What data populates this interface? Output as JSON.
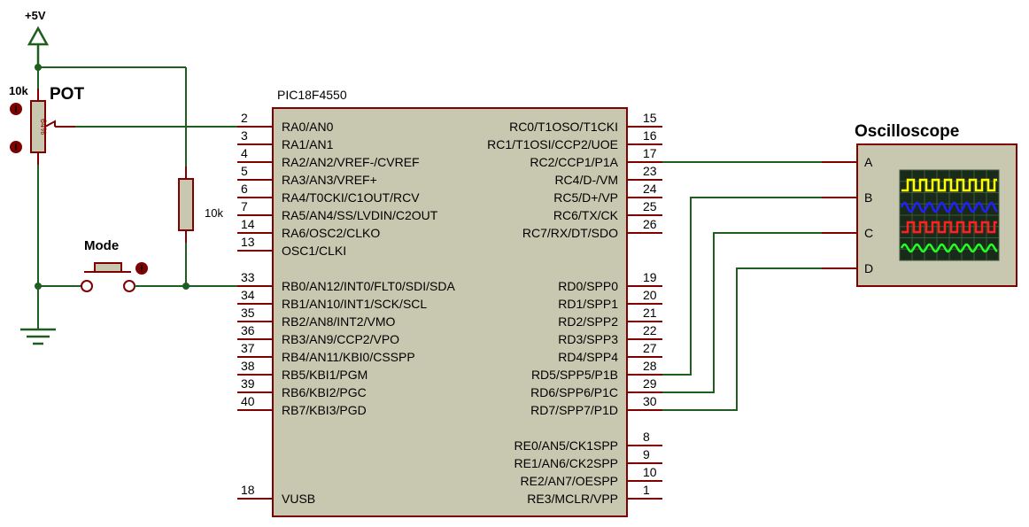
{
  "colors": {
    "wire": "#1e5e1e",
    "pin": "#800000",
    "body_fill": "#c8c8b0",
    "body_stroke": "#800000",
    "dot": "#1e5e1e",
    "scope_screen": "#1a2a1a",
    "trace_a": "#ffff00",
    "trace_b": "#2020ff",
    "trace_c": "#ff2020",
    "trace_d": "#20ff20"
  },
  "power": {
    "label": "+5V",
    "icon": "power-arrow-icon"
  },
  "pot": {
    "label": "POT",
    "value": "10k",
    "position": "64%"
  },
  "resistor": {
    "value": "10k"
  },
  "button": {
    "label": "Mode"
  },
  "mcu": {
    "name": "PIC18F4550",
    "left_pins": [
      {
        "num": "2",
        "name": "RA0/AN0"
      },
      {
        "num": "3",
        "name": "RA1/AN1"
      },
      {
        "num": "4",
        "name": "RA2/AN2/VREF-/CVREF"
      },
      {
        "num": "5",
        "name": "RA3/AN3/VREF+"
      },
      {
        "num": "6",
        "name": "RA4/T0CKI/C1OUT/RCV"
      },
      {
        "num": "7",
        "name": "RA5/AN4/SS/LVDIN/C2OUT"
      },
      {
        "num": "14",
        "name": "RA6/OSC2/CLKO"
      },
      {
        "num": "13",
        "name": "OSC1/CLKI"
      },
      {
        "num": "33",
        "name": "RB0/AN12/INT0/FLT0/SDI/SDA"
      },
      {
        "num": "34",
        "name": "RB1/AN10/INT1/SCK/SCL"
      },
      {
        "num": "35",
        "name": "RB2/AN8/INT2/VMO"
      },
      {
        "num": "36",
        "name": "RB3/AN9/CCP2/VPO"
      },
      {
        "num": "37",
        "name": "RB4/AN11/KBI0/CSSPP"
      },
      {
        "num": "38",
        "name": "RB5/KBI1/PGM"
      },
      {
        "num": "39",
        "name": "RB6/KBI2/PGC"
      },
      {
        "num": "40",
        "name": "RB7/KBI3/PGD"
      },
      {
        "num": "18",
        "name": "VUSB"
      }
    ],
    "right_pins": [
      {
        "num": "15",
        "name": "RC0/T1OSO/T1CKI"
      },
      {
        "num": "16",
        "name": "RC1/T1OSI/CCP2/UOE"
      },
      {
        "num": "17",
        "name": "RC2/CCP1/P1A"
      },
      {
        "num": "23",
        "name": "RC4/D-/VM"
      },
      {
        "num": "24",
        "name": "RC5/D+/VP"
      },
      {
        "num": "25",
        "name": "RC6/TX/CK"
      },
      {
        "num": "26",
        "name": "RC7/RX/DT/SDO"
      },
      {
        "num": "19",
        "name": "RD0/SPP0"
      },
      {
        "num": "20",
        "name": "RD1/SPP1"
      },
      {
        "num": "21",
        "name": "RD2/SPP2"
      },
      {
        "num": "22",
        "name": "RD3/SPP3"
      },
      {
        "num": "27",
        "name": "RD4/SPP4"
      },
      {
        "num": "28",
        "name": "RD5/SPP5/P1B"
      },
      {
        "num": "29",
        "name": "RD6/SPP6/P1C"
      },
      {
        "num": "30",
        "name": "RD7/SPP7/P1D"
      },
      {
        "num": "8",
        "name": "RE0/AN5/CK1SPP"
      },
      {
        "num": "9",
        "name": "RE1/AN6/CK2SPP"
      },
      {
        "num": "10",
        "name": "RE2/AN7/OESPP"
      },
      {
        "num": "1",
        "name": "RE3/MCLR/VPP"
      }
    ]
  },
  "oscilloscope": {
    "title": "Oscilloscope",
    "channels": [
      "A",
      "B",
      "C",
      "D"
    ]
  }
}
